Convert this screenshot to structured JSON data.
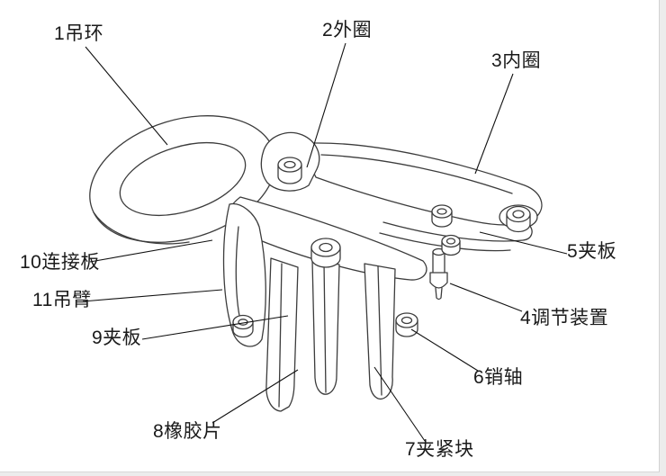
{
  "figure": {
    "background_color": "#ffffff",
    "drawing_line_color": "#3c3c3c",
    "leader_line_color": "#111111",
    "label_text_color": "#1a1a1a",
    "labels": [
      {
        "id": "1",
        "text": "1吊环"
      },
      {
        "id": "2",
        "text": "2外圈"
      },
      {
        "id": "3",
        "text": "3内圈"
      },
      {
        "id": "4",
        "text": "4调节装置"
      },
      {
        "id": "5",
        "text": "5夹板"
      },
      {
        "id": "6",
        "text": "6销轴"
      },
      {
        "id": "7",
        "text": "7夹紧块"
      },
      {
        "id": "8",
        "text": "8橡胶片"
      },
      {
        "id": "9",
        "text": "9夹板"
      },
      {
        "id": "10",
        "text": "10连接板"
      },
      {
        "id": "11",
        "text": "11吊臂"
      }
    ]
  }
}
